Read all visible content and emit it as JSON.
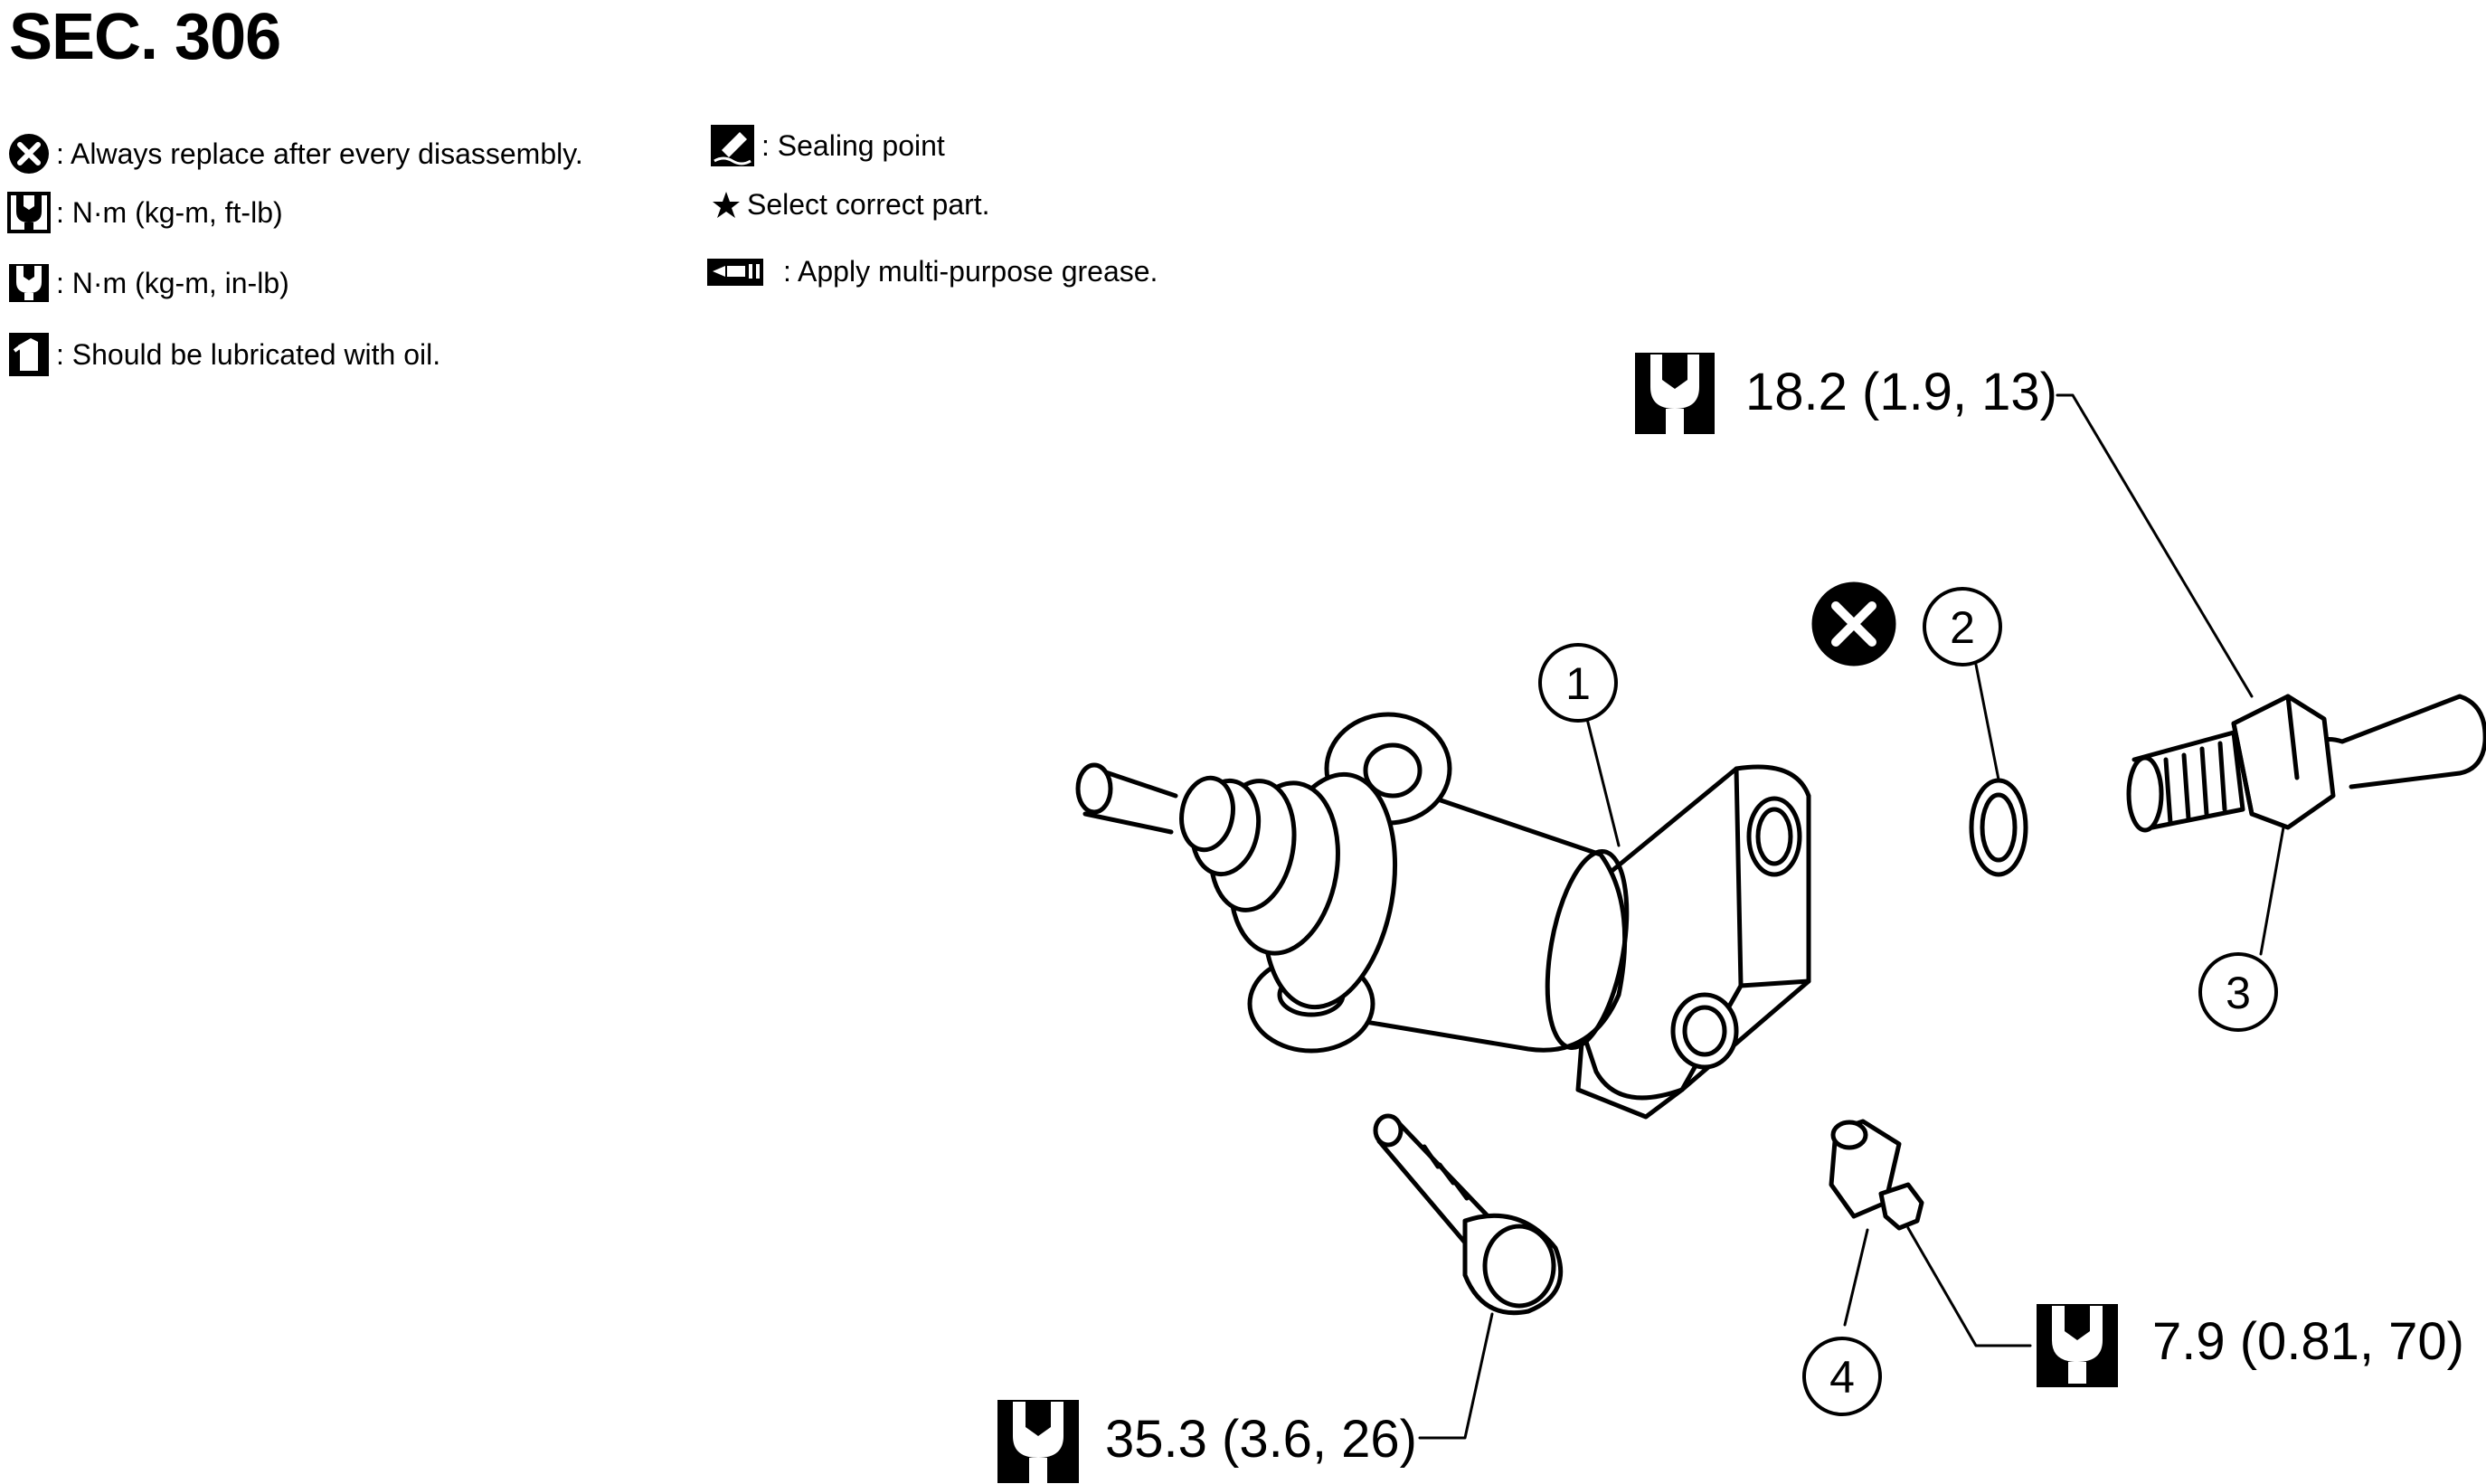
{
  "title": "SEC. 306",
  "legend": {
    "replace": ": Always replace after every disassembly.",
    "torque_ftlb": ": N·m (kg-m, ft-lb)",
    "torque_inlb": ": N·m (kg-m, in-lb)",
    "oil": ": Should be lubricated with oil.",
    "sealing": ": Sealing point",
    "select": "Select correct part.",
    "grease": ": Apply multi-purpose grease."
  },
  "callouts": {
    "part_1": "1",
    "part_2": "2",
    "part_3": "3",
    "part_4": "4",
    "torque_3": "18.2 (1.9, 13)",
    "torque_5": "35.3 (3.6, 26)",
    "torque_4": "7.9 (0.81, 70)"
  },
  "icons": {
    "replace": "x-circle-icon",
    "torque_ftlb": "wrench-ftlb-icon",
    "torque_inlb": "wrench-inlb-icon",
    "oil": "oil-can-icon",
    "sealing": "sealant-icon",
    "select": "star-icon",
    "grease": "grease-gun-icon"
  }
}
